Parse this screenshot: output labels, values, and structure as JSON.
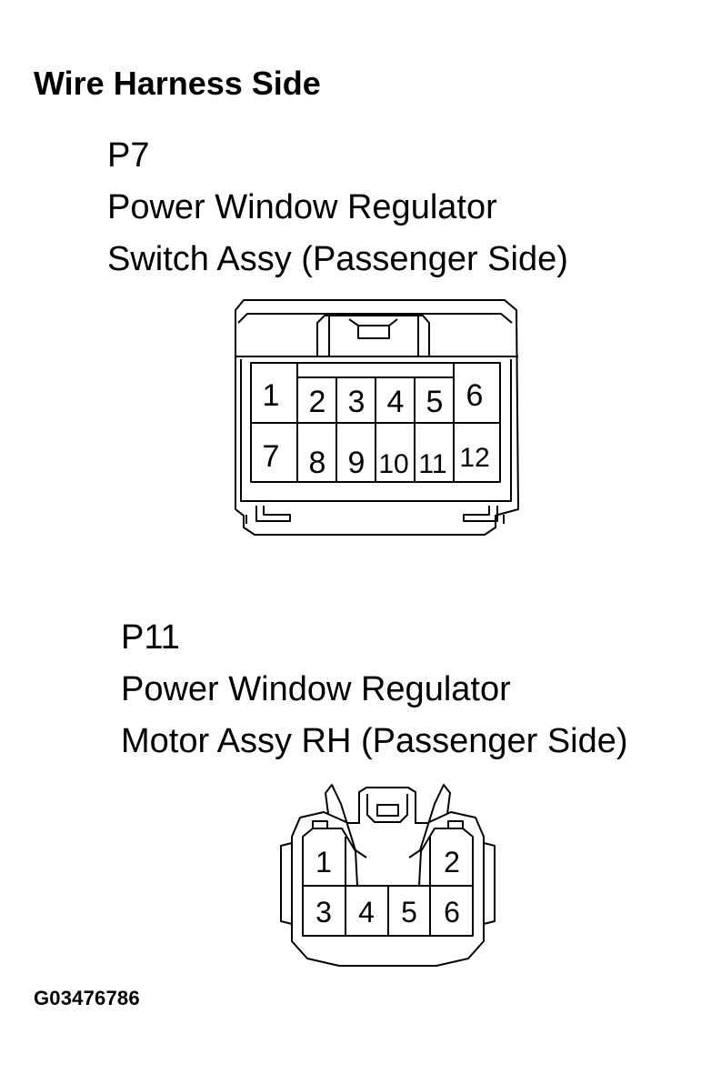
{
  "title": "Wire Harness Side",
  "connector_p7": {
    "code": "P7",
    "line1": "Power Window Regulator",
    "line2": "Switch Assy (Passenger Side)",
    "pins": [
      "1",
      "2",
      "3",
      "4",
      "5",
      "6",
      "7",
      "8",
      "9",
      "10",
      "11",
      "12"
    ]
  },
  "connector_p11": {
    "code": "P11",
    "line1": "Power Window Regulator",
    "line2": "Motor Assy RH (Passenger Side)",
    "pins": [
      "1",
      "2",
      "3",
      "4",
      "5",
      "6"
    ]
  },
  "figure_code": "G03476786"
}
